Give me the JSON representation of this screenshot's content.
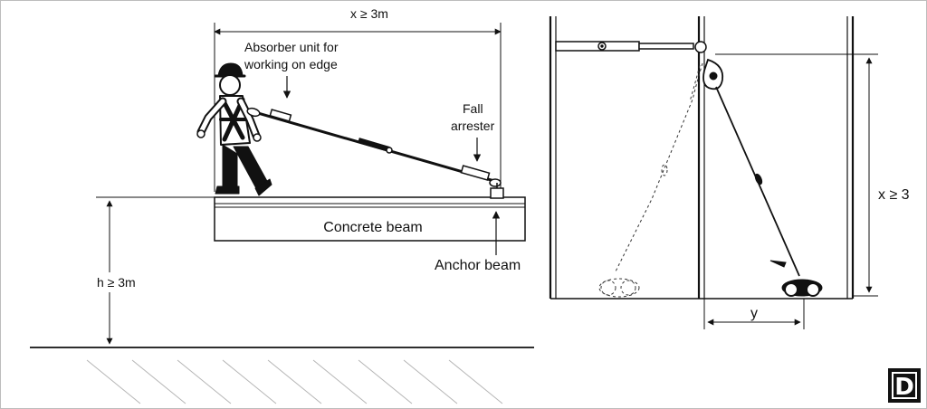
{
  "labels": {
    "clearance_top": "x ≥ 3m",
    "absorber_line1": "Absorber unit for",
    "absorber_line2": "working on edge",
    "fall_line1": "Fall",
    "fall_line2": "arrester",
    "concrete_beam": "Concrete beam",
    "anchor_beam": "Anchor beam",
    "height": "h ≥ 3m",
    "clearance_right": "x ≥ 3",
    "swing": "y"
  },
  "badge": {
    "letter": "D"
  }
}
